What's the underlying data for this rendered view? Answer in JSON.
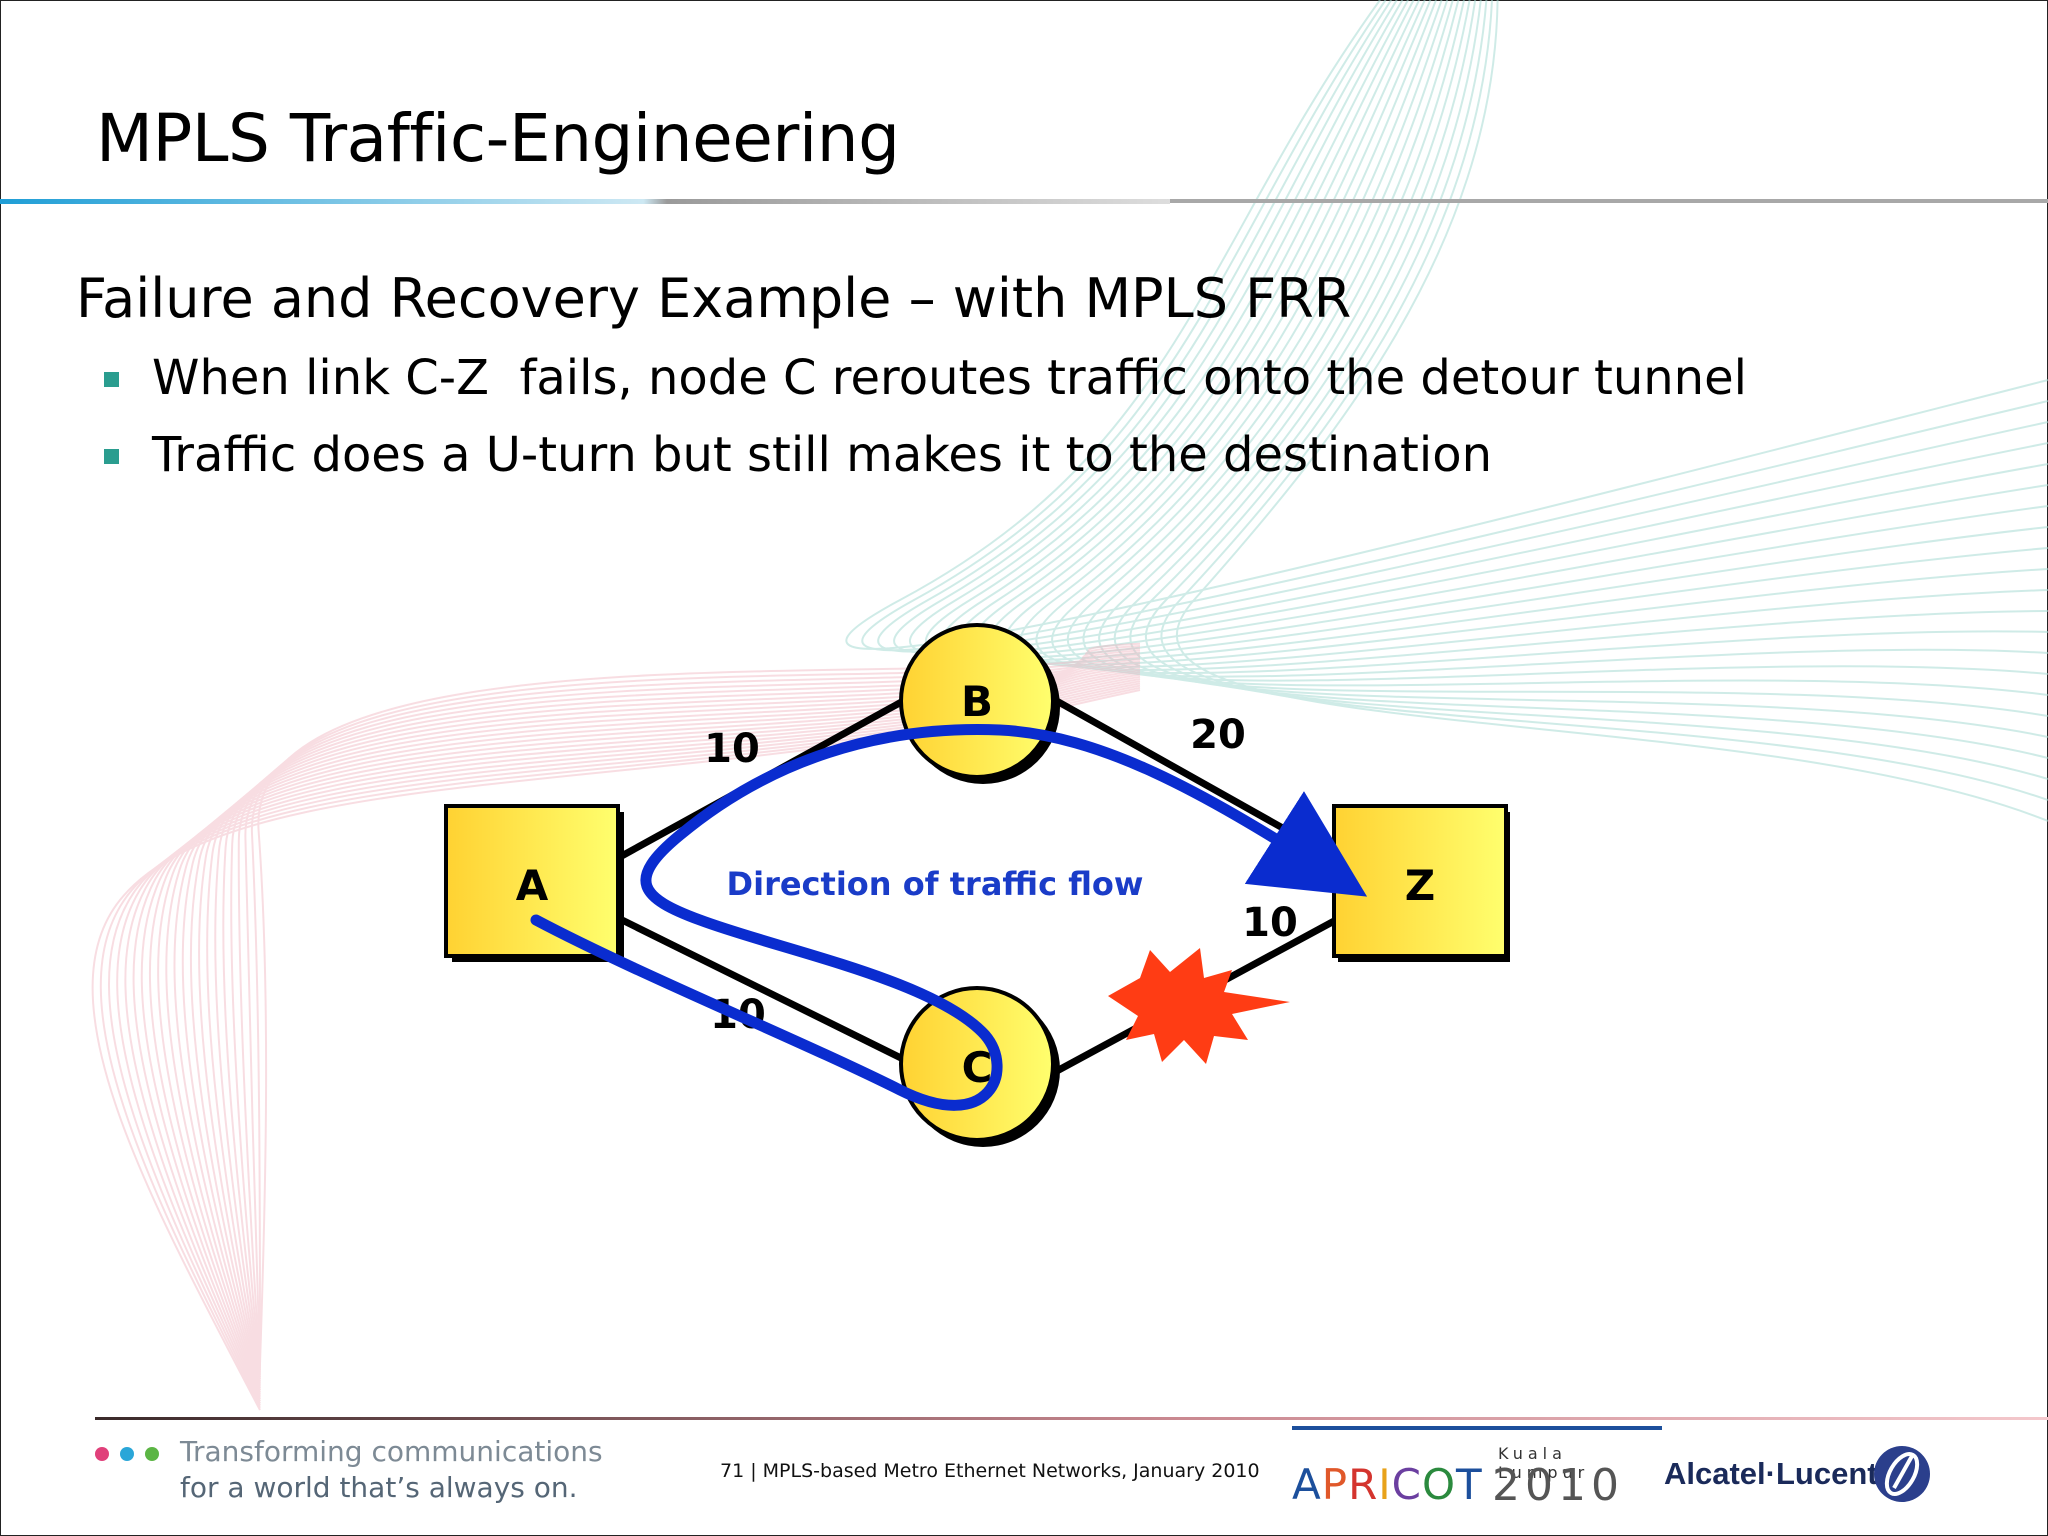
{
  "slide": {
    "title": "MPLS Traffic-Engineering",
    "subtitle": "Failure and Recovery Example – with MPLS FRR",
    "bullets": [
      "When link C-Z  fails, node C reroutes traffic onto the detour tunnel",
      "Traffic does a U-turn but still makes it to the destination"
    ]
  },
  "diagram": {
    "nodes": [
      {
        "id": "A",
        "label": "A",
        "shape": "square"
      },
      {
        "id": "B",
        "label": "B",
        "shape": "circle"
      },
      {
        "id": "C",
        "label": "C",
        "shape": "circle"
      },
      {
        "id": "Z",
        "label": "Z",
        "shape": "square"
      }
    ],
    "links": [
      {
        "from": "A",
        "to": "B",
        "cost": "10"
      },
      {
        "from": "B",
        "to": "Z",
        "cost": "20"
      },
      {
        "from": "A",
        "to": "C",
        "cost": "10"
      },
      {
        "from": "C",
        "to": "Z",
        "cost": "10",
        "status": "failed"
      }
    ],
    "flow_label": "Direction of traffic flow",
    "colors": {
      "node_fill": "#ffd93a",
      "node_fill_light": "#ffff70",
      "flow": "#0a2ccf",
      "failure": "#ff3c14"
    }
  },
  "footer": {
    "tagline_line1": "Transforming communications",
    "tagline_line2": "for a world that’s always on.",
    "note": "71 | MPLS-based Metro Ethernet Networks, January 2010",
    "event_location": "Kuala Lumpur",
    "event_name": "APRICOT",
    "event_year": "2010",
    "company": "Alcatel·Lucent",
    "dot_colors": [
      "#e0407a",
      "#2aa6d8",
      "#5bb544"
    ]
  }
}
